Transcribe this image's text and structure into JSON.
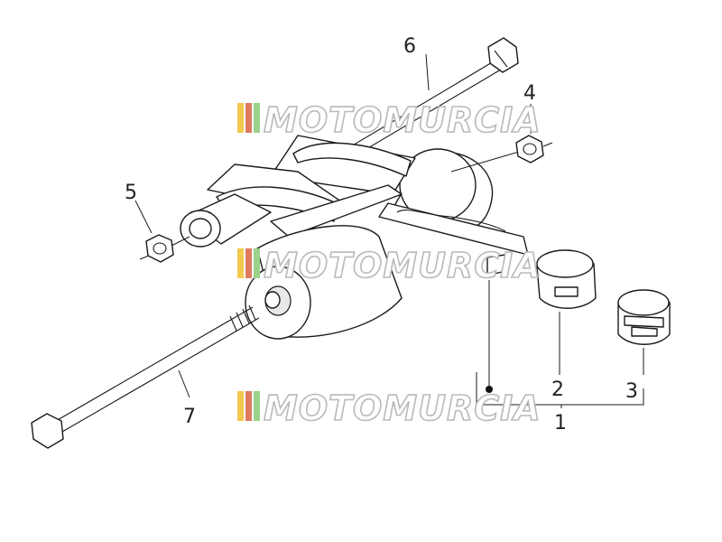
{
  "callouts": {
    "c1": "1",
    "c2": "2",
    "c3": "3",
    "c4": "4",
    "c5": "5",
    "c6": "6",
    "c7": "7"
  },
  "watermark": {
    "text": "MOTOMURCIA",
    "stripe_colors": [
      "#f2c94c",
      "#e07a5f",
      "#9bd18b"
    ],
    "outline_color": "#b9b9b9"
  }
}
